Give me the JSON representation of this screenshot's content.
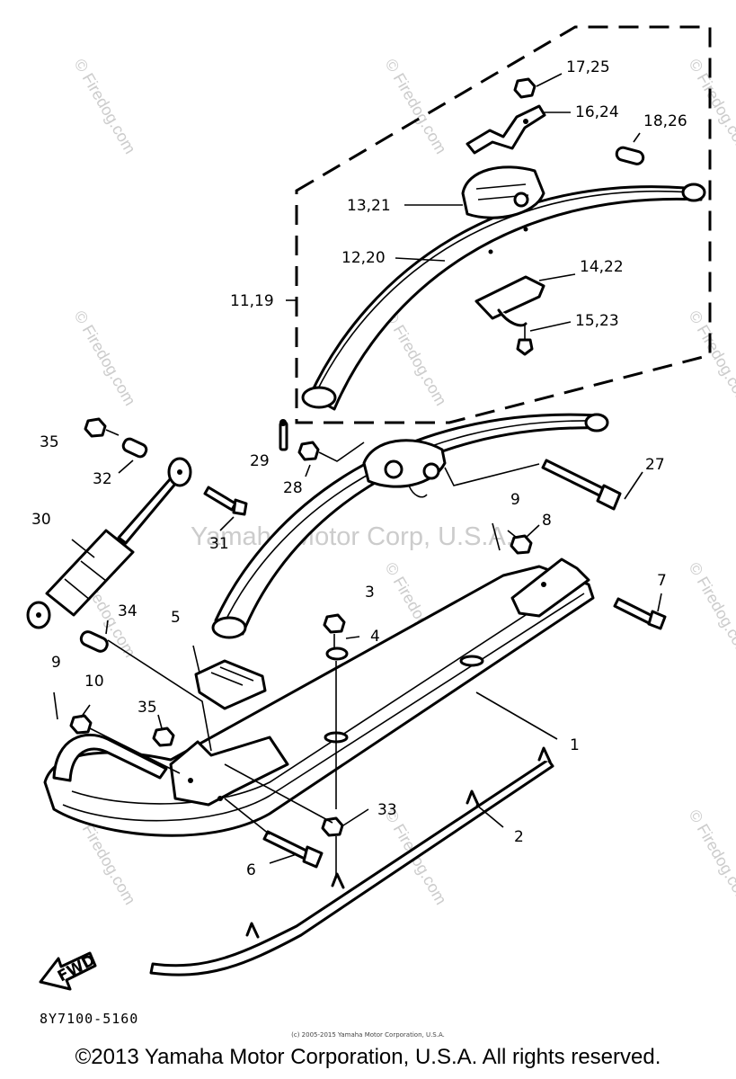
{
  "diagram": {
    "callouts": {
      "c17_25": "17,25",
      "c16_24": "16,24",
      "c18_26": "18,26",
      "c13_21": "13,21",
      "c12_20": "12,20",
      "c14_22": "14,22",
      "c11_19": "11,19",
      "c15_23": "15,23",
      "c35a": "35",
      "c32": "32",
      "c29": "29",
      "c28": "28",
      "c27": "27",
      "c30": "30",
      "c31": "31",
      "c9a": "9",
      "c8": "8",
      "c3": "3",
      "c7": "7",
      "c5": "5",
      "c34": "34",
      "c4": "4",
      "c9b": "9",
      "c10": "10",
      "c35b": "35",
      "c1": "1",
      "c33": "33",
      "c2": "2",
      "c6": "6"
    },
    "fwd_label": "FWD",
    "diagram_code": "8Y7100-5160",
    "watermarks": {
      "brand": "Yamaha Motor Corp, U.S.A.",
      "site": "© Firedog.com"
    }
  },
  "footer": {
    "tiny_notice": "(c) 2005-2015 Yamaha Motor Corporation, U.S.A.",
    "copyright": "©2013 Yamaha Motor Corporation, U.S.A. All rights reserved."
  }
}
